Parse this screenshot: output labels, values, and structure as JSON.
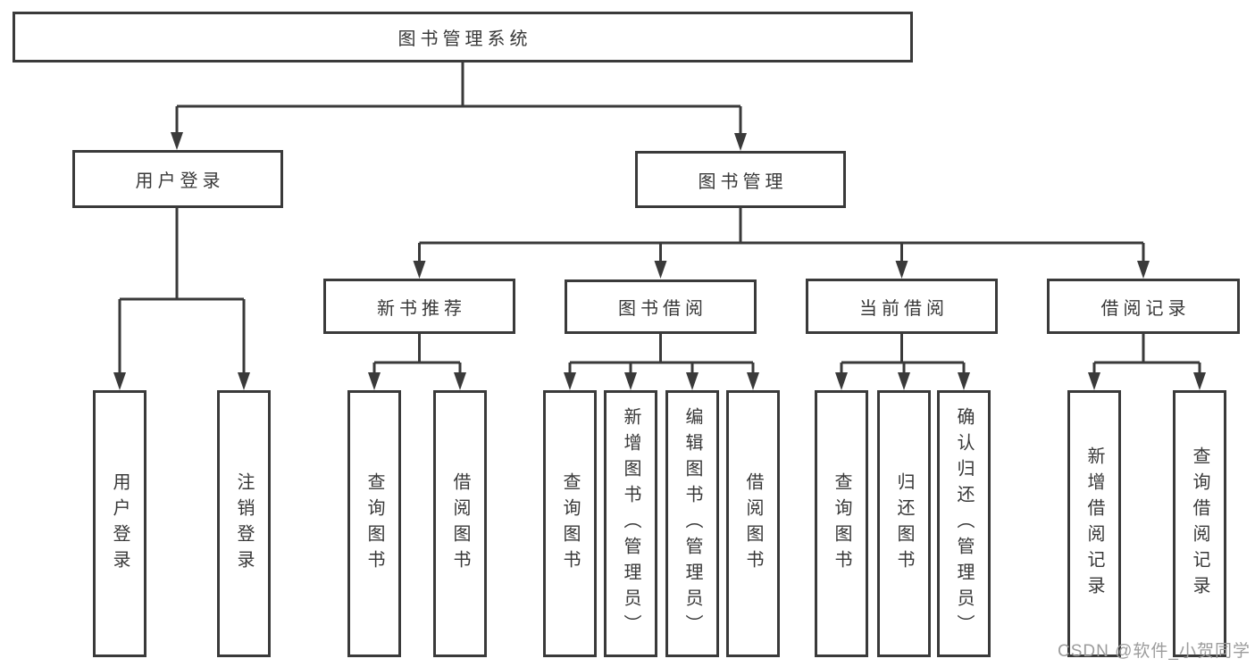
{
  "watermark": "CSDN @软件_小贺同学",
  "colors": {
    "line": "#3a3a3a",
    "text": "#383838",
    "watermark": "#9c9c9c",
    "background": "#ffffff"
  },
  "tree": {
    "root": {
      "label": "图书管理系统",
      "children": [
        {
          "label": "用户登录",
          "children": [
            {
              "label": "用户登录"
            },
            {
              "label": "注销登录"
            }
          ]
        },
        {
          "label": "图书管理",
          "children": [
            {
              "label": "新书推荐",
              "children": [
                {
                  "label": "查询图书"
                },
                {
                  "label": "借阅图书"
                }
              ]
            },
            {
              "label": "图书借阅",
              "children": [
                {
                  "label": "查询图书"
                },
                {
                  "label": "新增图书（管理员）"
                },
                {
                  "label": "编辑图书（管理员）"
                },
                {
                  "label": "借阅图书"
                }
              ]
            },
            {
              "label": "当前借阅",
              "children": [
                {
                  "label": "查询图书"
                },
                {
                  "label": "归还图书"
                },
                {
                  "label": "确认归还（管理员）"
                }
              ]
            },
            {
              "label": "借阅记录",
              "children": [
                {
                  "label": "新增借阅记录"
                },
                {
                  "label": "查询借阅记录"
                }
              ]
            }
          ]
        }
      ]
    }
  }
}
